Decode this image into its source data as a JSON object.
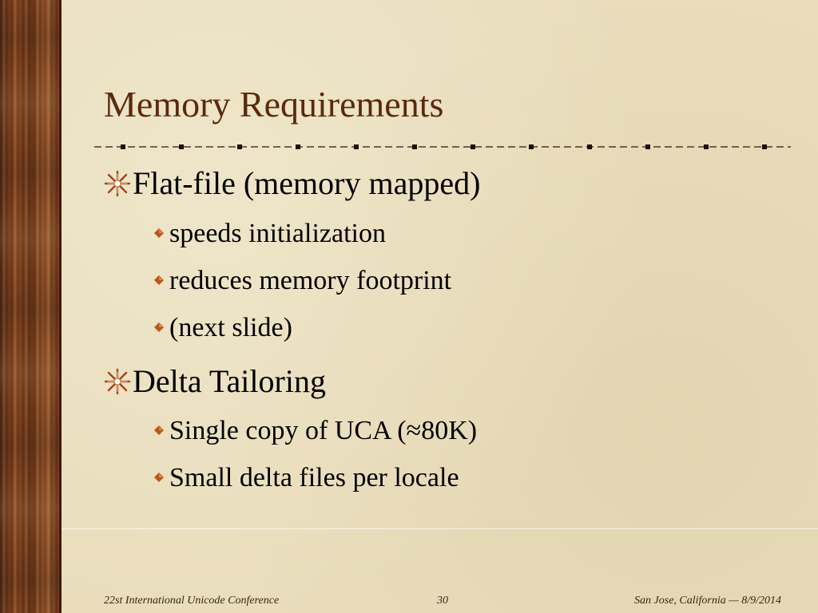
{
  "slide": {
    "title": "Memory Requirements",
    "bullets": [
      {
        "text": "Flat-file (memory mapped)",
        "icon": "star-burst-bullet-icon",
        "sub": [
          {
            "text": "speeds initialization",
            "icon": "diamond-bullet-icon"
          },
          {
            "text": "reduces memory footprint",
            "icon": "diamond-bullet-icon"
          },
          {
            "text": "(next slide)",
            "icon": "diamond-bullet-icon"
          }
        ]
      },
      {
        "text": "Delta Tailoring",
        "icon": "star-burst-bullet-icon",
        "sub": [
          {
            "text": "Single copy of UCA (≈80K)",
            "icon": "diamond-bullet-icon"
          },
          {
            "text": "Small delta files per locale",
            "icon": "diamond-bullet-icon"
          }
        ]
      }
    ]
  },
  "footer": {
    "left": "22st International Unicode Conference",
    "center": "30",
    "right": "San Jose, California — 8/9/2014"
  },
  "colors": {
    "title": "#5a2a0c",
    "background": "#e9ddbc",
    "wood": "#7a3e1c",
    "bullet_accent": "#b8561a"
  }
}
